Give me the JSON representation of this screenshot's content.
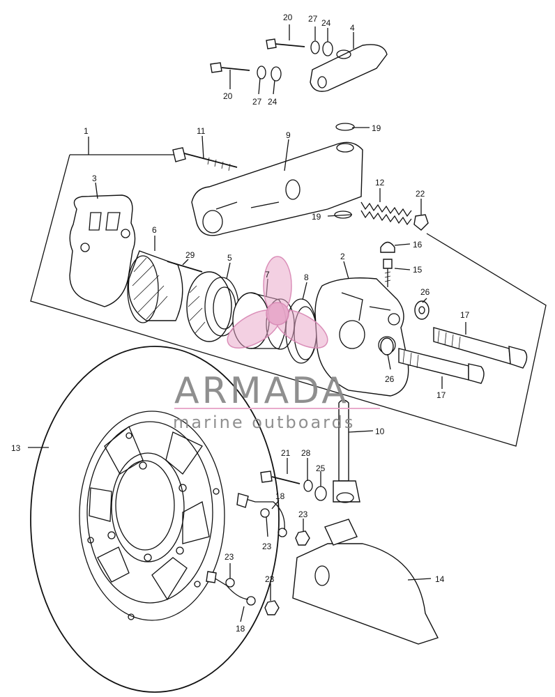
{
  "diagram": {
    "labels": {
      "p1": "1",
      "p2": "2",
      "p3": "3",
      "p4": "4",
      "p5": "5",
      "p6": "6",
      "p7": "7",
      "p8": "8",
      "p9": "9",
      "p10": "10",
      "p11": "11",
      "p12": "12",
      "p13": "13",
      "p14": "14",
      "p15": "15",
      "p16": "16",
      "p17a": "17",
      "p17b": "17",
      "p18a": "18",
      "p18b": "18",
      "p19a": "19",
      "p19b": "19",
      "p20a": "20",
      "p20b": "20",
      "p21": "21",
      "p22": "22",
      "p23a": "23",
      "p23b": "23",
      "p23c": "23",
      "p23d": "23",
      "p24a": "24",
      "p24b": "24",
      "p25": "25",
      "p26a": "26",
      "p26b": "26",
      "p27a": "27",
      "p27b": "27",
      "p28": "28",
      "p29": "29"
    }
  },
  "watermark": {
    "brand": "ARMADA",
    "tagline": "marine outboards",
    "logo_icon": "propeller-icon",
    "accent_color": "#e7a6c9",
    "text_color": "#8a8a8a"
  }
}
